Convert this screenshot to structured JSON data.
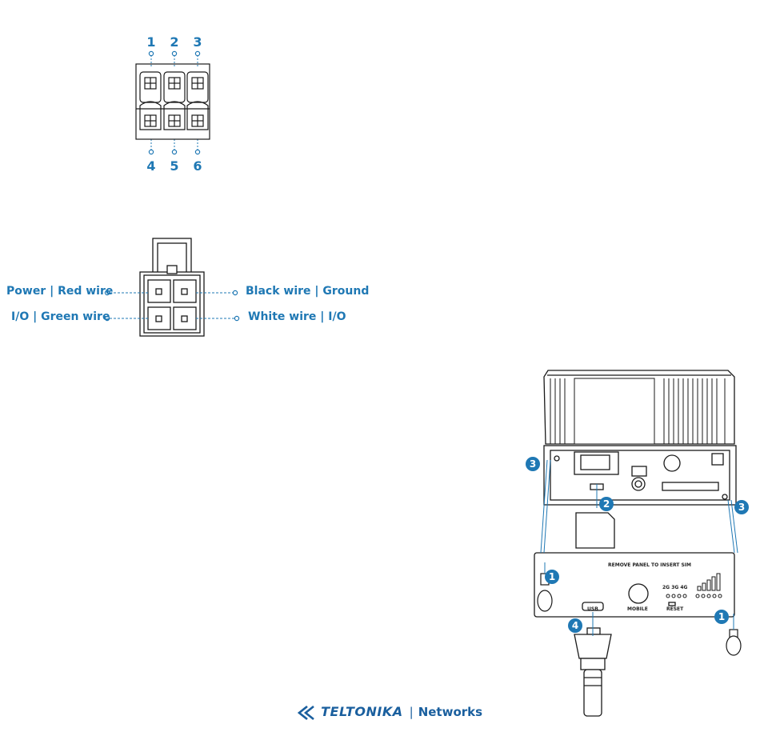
{
  "colors": {
    "blue": "#1f78b4",
    "line": "#1a1a1a",
    "logo": "#1a5f9e"
  },
  "connector6": {
    "top_pins": [
      "1",
      "2",
      "3"
    ],
    "bottom_pins": [
      "4",
      "5",
      "6"
    ]
  },
  "connector4": {
    "wires": {
      "top_left": "Power  |  Red wire",
      "top_right": "Black wire  |  Ground",
      "bottom_left": "I/O  |  Green wire",
      "bottom_right": "White wire  |  I/O"
    }
  },
  "device": {
    "panel_text": "REMOVE PANEL TO INSERT SIM",
    "usb_label": "USB",
    "mobile_label": "MOBILE",
    "reset_label": "RESET",
    "network_labels": "2G 3G 4G",
    "steps": {
      "b1": "1",
      "b2": "2",
      "b3": "3",
      "b4": "4"
    }
  },
  "logo": {
    "brand": "TELTONIKA",
    "separator": "|",
    "suffix": "Networks"
  }
}
